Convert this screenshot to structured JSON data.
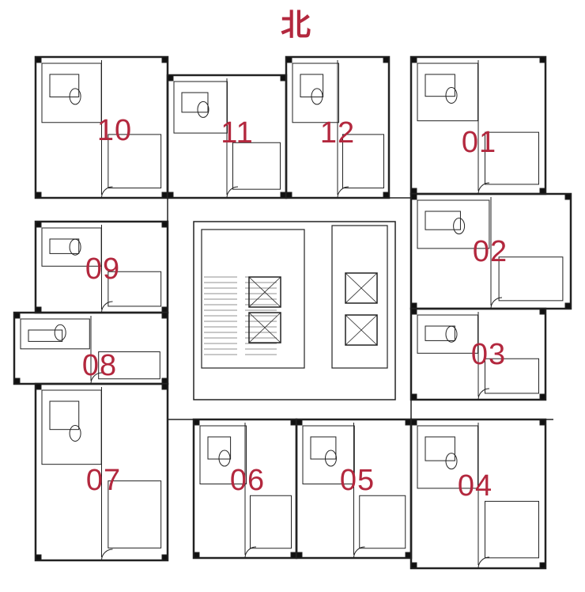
{
  "compass": {
    "north": "北"
  },
  "units": [
    {
      "id": "unit-10",
      "label": "10"
    },
    {
      "id": "unit-11",
      "label": "11"
    },
    {
      "id": "unit-12",
      "label": "12"
    },
    {
      "id": "unit-01",
      "label": "01"
    },
    {
      "id": "unit-02",
      "label": "02"
    },
    {
      "id": "unit-03",
      "label": "03"
    },
    {
      "id": "unit-09",
      "label": "09"
    },
    {
      "id": "unit-08",
      "label": "08"
    },
    {
      "id": "unit-07",
      "label": "07"
    },
    {
      "id": "unit-06",
      "label": "06"
    },
    {
      "id": "unit-05",
      "label": "05"
    },
    {
      "id": "unit-04",
      "label": "04"
    }
  ],
  "colors": {
    "label": "#b3283e",
    "wall": "#222222"
  }
}
